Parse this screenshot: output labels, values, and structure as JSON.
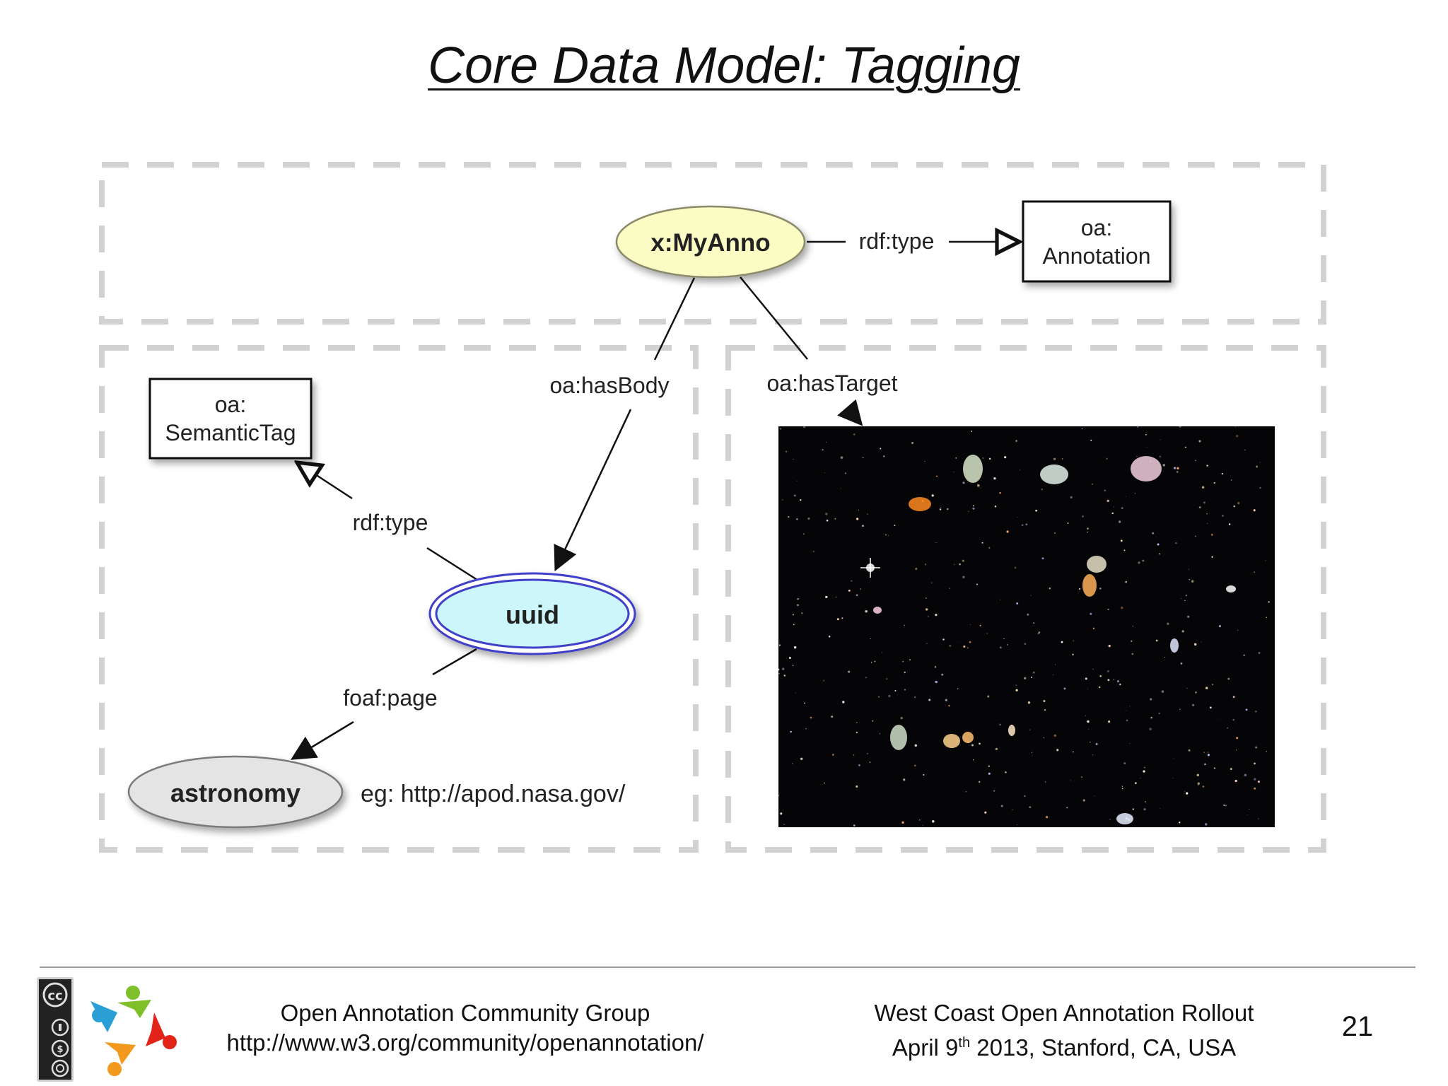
{
  "title": "Core Data Model: Tagging",
  "diagram": {
    "annotation_node": "x:MyAnno",
    "annotation_class_line1": "oa:",
    "annotation_class_line2": "Annotation",
    "annotation_type_edge": "rdf:type",
    "has_body_edge": "oa:hasBody",
    "has_target_edge": "oa:hasTarget",
    "tag_class_line1": "oa:",
    "tag_class_line2": "SemanticTag",
    "tag_type_edge": "rdf:type",
    "body_node": "uuid",
    "page_edge": "foaf:page",
    "page_node": "astronomy",
    "page_example": "eg: http://apod.nasa.gov/",
    "target_image": "deep-field-space-image"
  },
  "footer": {
    "org_name": "Open Annotation Community Group",
    "org_url": "http://www.w3.org/community/openannotation/",
    "event_name": "West Coast Open Annotation Rollout",
    "event_date_prefix": "April 9",
    "event_date_sup": "th",
    "event_date_suffix": " 2013, Stanford, CA, USA",
    "page_number": "21",
    "license_badge": "cc-by-nc-sa-badge",
    "logo": "open-annotation-logo"
  }
}
